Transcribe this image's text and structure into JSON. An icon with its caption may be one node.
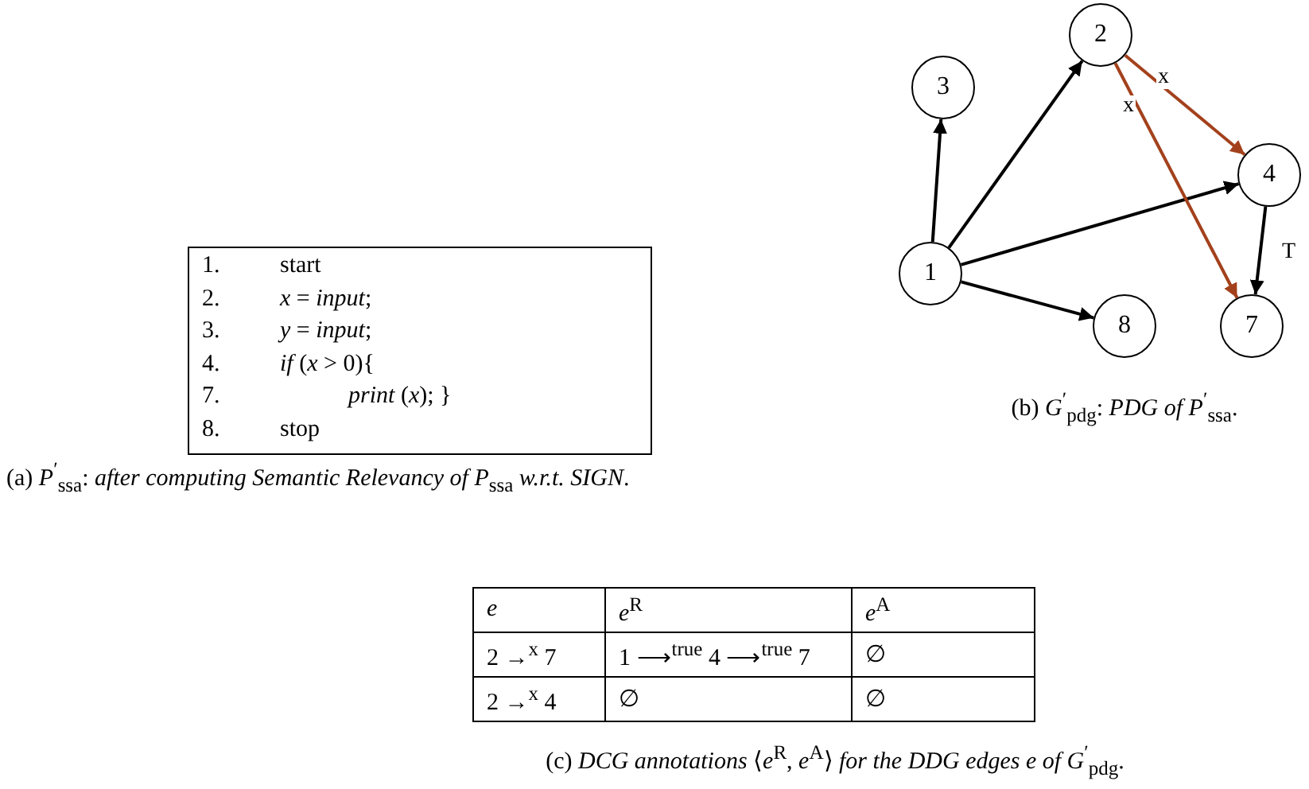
{
  "diagram": {
    "nodes": [
      {
        "text": [
          "1.",
          "start",
          "2.",
          "*x* = *input*;",
          "3.",
          "*y* = *input*;",
          "4.",
          "*if* (*x* > 0){",
          "7.",
          "*print* (*x*); }",
          "8.",
          "stop"
        ]
      },
      {
        "text": [
          "2"
        ]
      },
      {
        "text": [
          "3"
        ]
      },
      {
        "text": [
          "4"
        ]
      },
      {
        "text": [
          "1"
        ]
      },
      {
        "text": [
          "8"
        ]
      },
      {
        "text": [
          "7"
        ]
      }
    ],
    "edges": [
      {
        "from": 4,
        "to": 2,
        "arrow": "to"
      },
      {
        "from": 4,
        "to": 1,
        "arrow": "to"
      },
      {
        "from": 4,
        "to": 3,
        "arrow": "to"
      },
      {
        "from": 4,
        "to": 5,
        "arrow": "to"
      },
      {
        "from": 1,
        "to": 3,
        "arrow": "to",
        "label": "x",
        "color": "#a3411c"
      },
      {
        "from": 1,
        "to": 6,
        "arrow": "to",
        "label": "x",
        "color": "#a3411c"
      },
      {
        "from": 3,
        "to": 6,
        "arrow": "to",
        "label": "T"
      }
    ],
    "labels": [
      "(b) *G*$^{′}$$_{pdg}$: *PDG of P*$^{′}$$_{ssa}$.",
      "(a) *P*$^{′}$$_{ssa}$: *after computing Semantic Relevancy of P*$_{ssa}$ *w.r.t. SIGN*.",
      "*e*",
      "*e*$^{R}$",
      "*e*$^{A}$",
      "2 →$^{x}$ 7",
      "1 ⟶$^{true}$ 4 ⟶$^{true}$ 7",
      "∅",
      "2 →$^{x}$ 4",
      "∅",
      "∅",
      "(c) *DCG annotations* ⟨*e*$^{R}$, *e*$^{A}$⟩ *for the DDG edges e of G*$^{′}$$_{pdg}$."
    ]
  }
}
